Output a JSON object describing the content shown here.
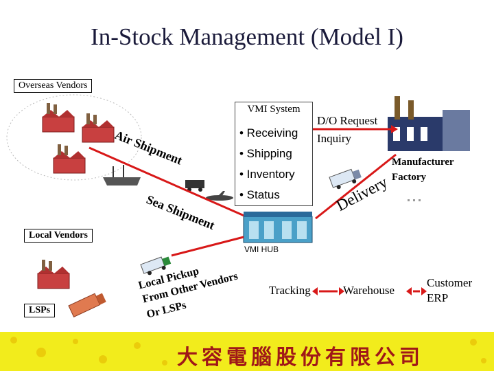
{
  "title": "In-Stock Management (Model I)",
  "labels": {
    "overseas_vendors": "Overseas Vendors",
    "local_vendors": "Local Vendors",
    "lsps": "LSPs",
    "vmi_system": "VMI System",
    "vmi_items": [
      "• Receiving",
      "• Shipping",
      "• Inventory",
      "• Status"
    ],
    "do_request": "D/O Request",
    "inquiry": "Inquiry",
    "manufacturer_line1": "Manufacturer",
    "manufacturer_line2": "Factory",
    "delivery": "Delivery",
    "air_shipment": "Air Shipment",
    "sea_shipment": "Sea Shipment",
    "vmi_hub": "VMI HUB",
    "local_pickup": [
      "Local Pickup",
      "From Other Vendors",
      "Or LSPs"
    ],
    "tracking": "Tracking",
    "warehouse": "Warehouse",
    "customer_line1": "Customer",
    "customer_line2": "ERP",
    "company_name": "大容電腦股份有限公司"
  },
  "colors": {
    "footer_bg": "#f2ec1c",
    "company_text": "#a01818",
    "arrow_red": "#d81818",
    "factory_red": "#c84040"
  }
}
